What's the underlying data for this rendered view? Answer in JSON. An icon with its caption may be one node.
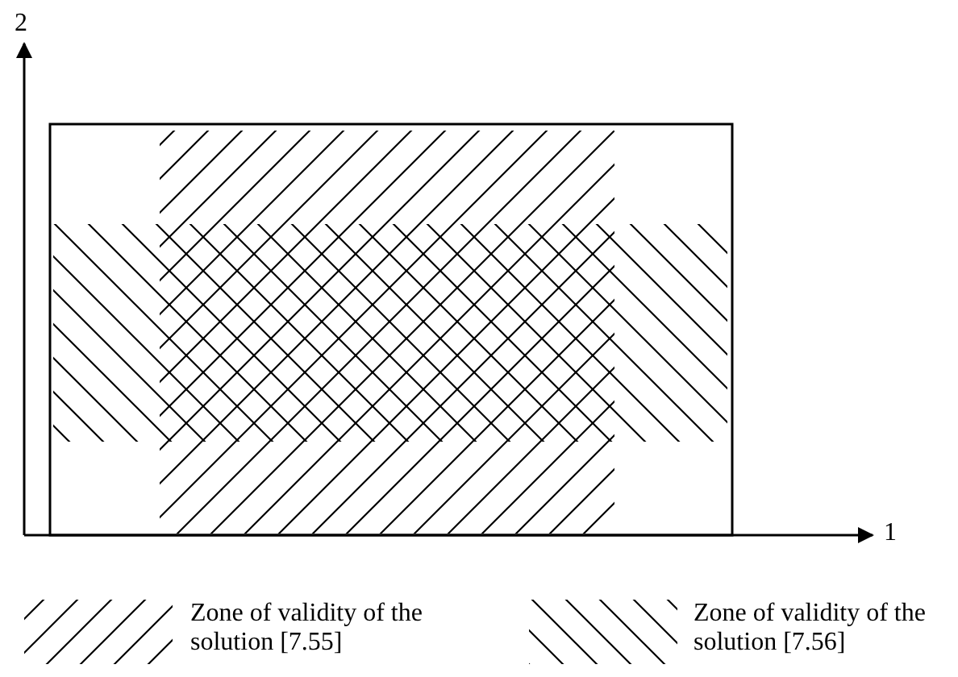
{
  "diagram": {
    "labels": [
      "2",
      "1"
    ],
    "legend": [
      {
        "text": "Zone of validity of the solution [7.55]"
      },
      {
        "text": "Zone of validity of the solution [7.56]"
      }
    ]
  }
}
